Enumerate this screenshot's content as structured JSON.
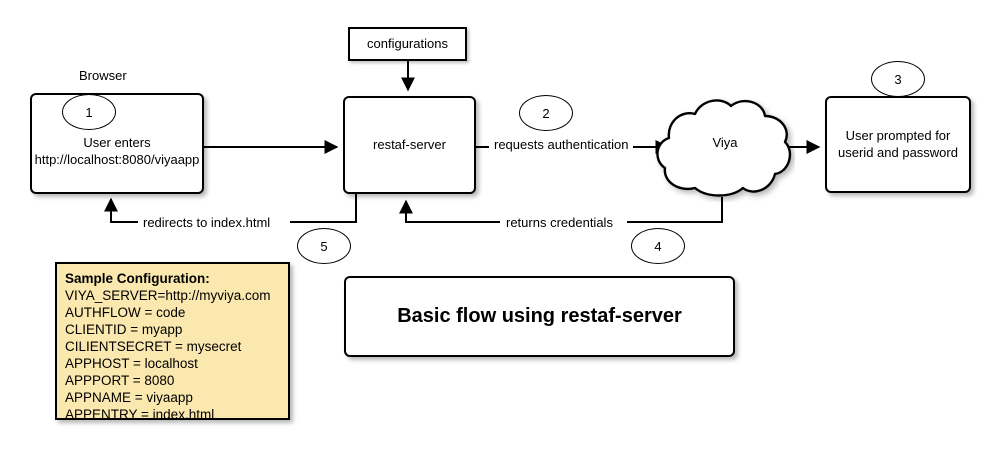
{
  "diagram": {
    "title": "Basic flow using restaf-server",
    "browser_label": "Browser",
    "nodes": {
      "browser": "User enters\nhttp://localhost:8080/viyaapp",
      "configurations": "configurations",
      "restaf_server": "restaf-server",
      "viya": "Viya",
      "prompt": "User prompted for\nuserid and password"
    },
    "edge_labels": {
      "requests_authentication": "requests authentication",
      "returns_credentials": "returns credentials",
      "redirects_index": "redirects to index.html"
    },
    "steps": {
      "one": "1",
      "two": "2",
      "three": "3",
      "four": "4",
      "five": "5"
    },
    "config_note": {
      "title": "Sample Configuration:",
      "lines": [
        "VIYA_SERVER=http://myviya.com",
        "AUTHFLOW = code",
        "CLIENTID = myapp",
        "CILIENTSECRET = mysecret",
        "APPHOST =  localhost",
        "APPPORT = 8080",
        "APPNAME = viyaapp",
        "APPENTRY = index.html"
      ]
    },
    "colors": {
      "note_background": "#fae8ae",
      "stroke": "#000000",
      "canvas": "#ffffff"
    }
  }
}
